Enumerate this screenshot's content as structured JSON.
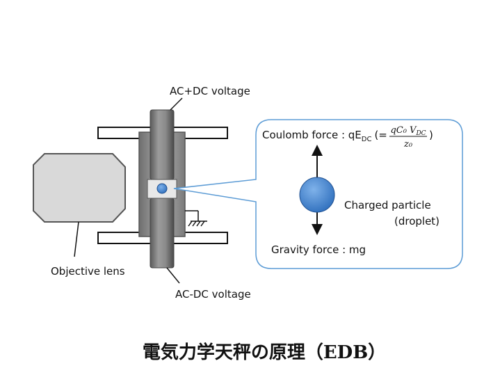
{
  "labels": {
    "ac_plus_dc": "AC+DC voltage",
    "ac_minus_dc": "AC-DC voltage",
    "objective_lens": "Objective lens",
    "coulomb_prefix": "Coulomb force : qE",
    "coulomb_sub": "DC",
    "coulomb_open": "(=",
    "frac_numerator": "qC₀ V",
    "frac_numerator_sub": "DC",
    "frac_denominator": "z₀",
    "coulomb_close": ")",
    "charged_particle": "Charged particle",
    "droplet": "(droplet)",
    "gravity": "Gravity force : mg"
  },
  "title": "電気力学天秤の原理（EDB）",
  "colors": {
    "rod_dark": "#4a4a4a",
    "rod_light": "#9a9a9a",
    "lens_fill": "#d9d9d9",
    "callout_stroke": "#5b9bd5",
    "particle": "#3d7cc9"
  }
}
